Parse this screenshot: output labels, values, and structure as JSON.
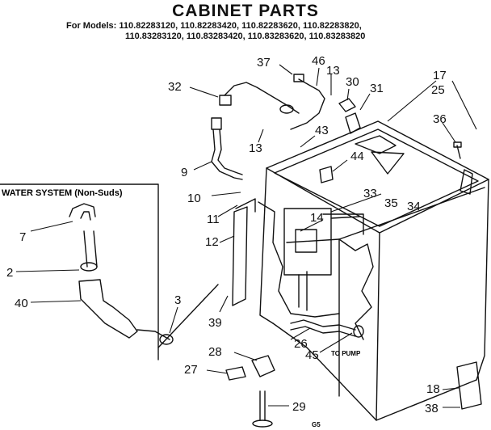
{
  "header": {
    "title": "CABINET PARTS",
    "models_prefix": "For Models:",
    "models_line1": "110.82283120, 110.82283420, 110.82283620, 110.82283820,",
    "models_line2": "110.83283120, 110.83283420, 110.83283620, 110.83283820"
  },
  "inset": {
    "label": "WATER SYSTEM (Non-Suds)"
  },
  "pump_note": "TO PUMP",
  "footer_code": "G5",
  "callouts": [
    "37",
    "46",
    "13",
    "30",
    "31",
    "17",
    "25",
    "32",
    "36",
    "43",
    "13",
    "44",
    "9",
    "10",
    "33",
    "14",
    "35",
    "34",
    "11",
    "12",
    "7",
    "2",
    "40",
    "3",
    "39",
    "26",
    "45",
    "28",
    "27",
    "29",
    "18",
    "38"
  ]
}
